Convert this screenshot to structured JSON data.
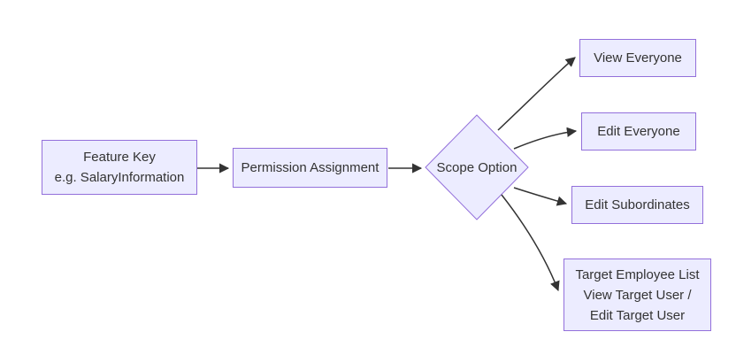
{
  "diagram": {
    "type": "flowchart",
    "direction": "left-to-right",
    "colors": {
      "node_fill": "#ECECFF",
      "node_border": "#9370DB",
      "edge": "#333333",
      "text": "#333333",
      "background": "#FFFFFF"
    },
    "nodes": {
      "feature_key": {
        "shape": "rect",
        "lines": [
          "Feature Key",
          "e.g. SalaryInformation"
        ]
      },
      "permission_assignment": {
        "shape": "rect",
        "label": "Permission Assignment"
      },
      "scope_option": {
        "shape": "diamond",
        "label": "Scope Option"
      },
      "view_everyone": {
        "shape": "rect",
        "label": "View Everyone"
      },
      "edit_everyone": {
        "shape": "rect",
        "label": "Edit Everyone"
      },
      "edit_subordinates": {
        "shape": "rect",
        "label": "Edit Subordinates"
      },
      "target_employee_list": {
        "shape": "rect",
        "lines": [
          "Target Employee List",
          "View Target User /",
          "Edit Target User"
        ]
      }
    },
    "edges": [
      {
        "from": "feature_key",
        "to": "permission_assignment",
        "label": ""
      },
      {
        "from": "permission_assignment",
        "to": "scope_option",
        "label": ""
      },
      {
        "from": "scope_option",
        "to": "view_everyone",
        "label": ""
      },
      {
        "from": "scope_option",
        "to": "edit_everyone",
        "label": ""
      },
      {
        "from": "scope_option",
        "to": "edit_subordinates",
        "label": ""
      },
      {
        "from": "scope_option",
        "to": "target_employee_list",
        "label": ""
      }
    ]
  }
}
